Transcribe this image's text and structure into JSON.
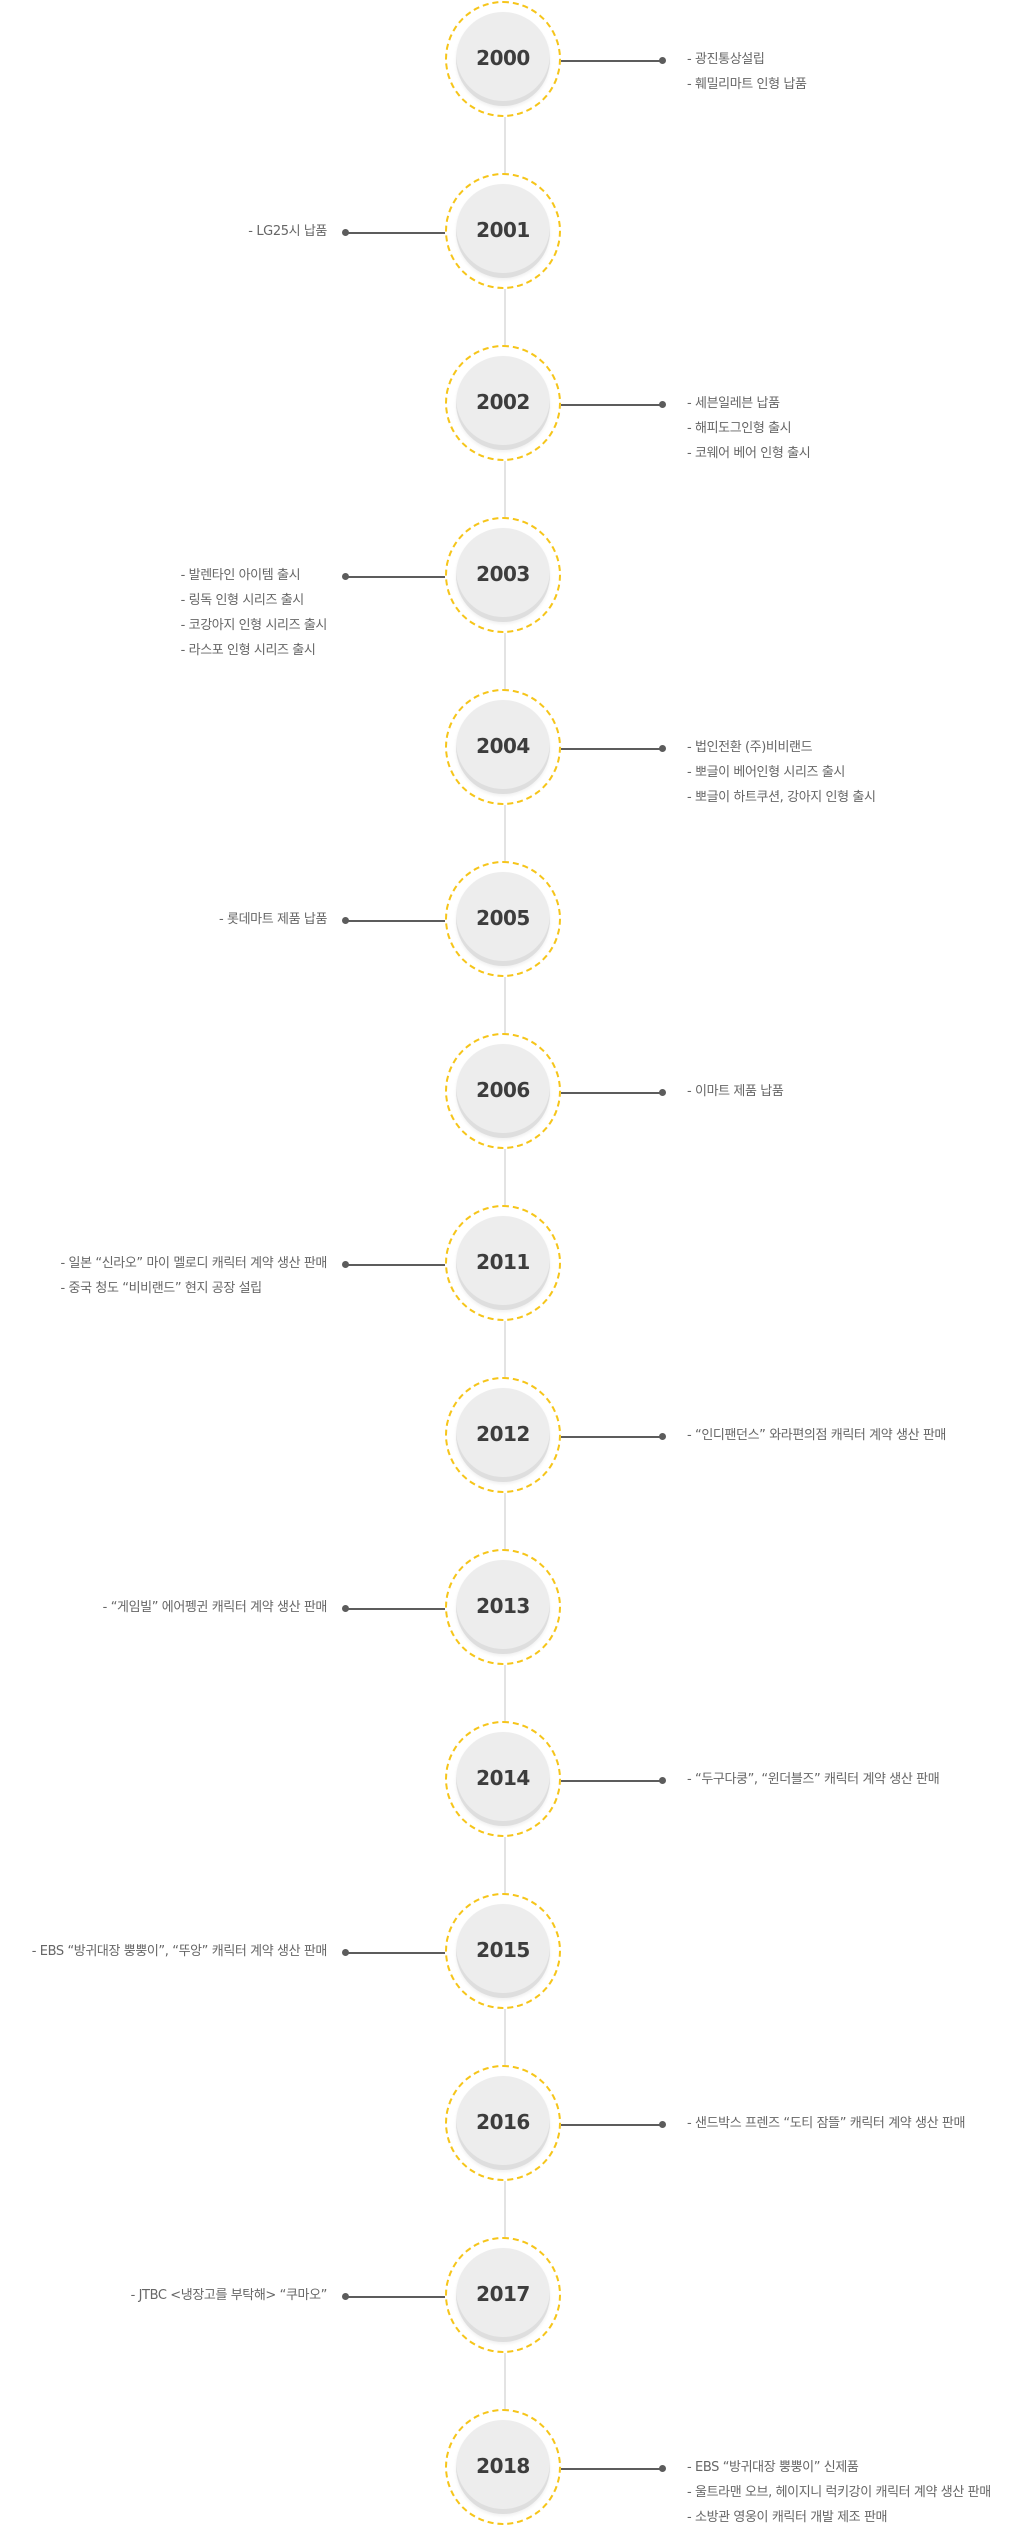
{
  "timeline": {
    "entries": [
      {
        "year": "2000",
        "side": "right",
        "events": [
          "- 광진통상설립",
          "- 훼밀리마트 인형 납품"
        ]
      },
      {
        "year": "2001",
        "side": "left",
        "events": [
          "- LG25시 납품"
        ]
      },
      {
        "year": "2002",
        "side": "right",
        "events": [
          "- 세븐일레븐 납품",
          "- 해피도그인형 출시",
          "- 코웨어 베어 인형 출시"
        ]
      },
      {
        "year": "2003",
        "side": "left",
        "events": [
          "- 발렌타인 아이템 출시",
          "- 링독 인형 시리즈 출시",
          "- 코강아지 인형 시리즈 출시",
          "- 라스포 인형 시리즈 출시"
        ]
      },
      {
        "year": "2004",
        "side": "right",
        "events": [
          "- 법인전환 (주)비비랜드",
          "- 뽀글이 베어인형 시리즈 출시",
          "- 뽀글이 하트쿠션, 강아지 인형 출시"
        ]
      },
      {
        "year": "2005",
        "side": "left",
        "events": [
          "- 롯데마트 제품 납품"
        ]
      },
      {
        "year": "2006",
        "side": "right",
        "events": [
          "- 이마트 제품 납품"
        ]
      },
      {
        "year": "2011",
        "side": "left",
        "events": [
          "- 일본 “신라오” 마이 멜로디 캐릭터 계약 생산 판매",
          "- 중국 청도 “비비랜드” 현지 공장 설립"
        ]
      },
      {
        "year": "2012",
        "side": "right",
        "events": [
          "- “인디팬던스” 와라편의점 캐릭터 계약 생산 판매"
        ]
      },
      {
        "year": "2013",
        "side": "left",
        "events": [
          "- “게임빌” 에어펭귄 캐릭터 계약 생산 판매"
        ]
      },
      {
        "year": "2014",
        "side": "right",
        "events": [
          "- “두구다쿵”, “윈더블즈” 캐릭터 계약 생산 판매"
        ]
      },
      {
        "year": "2015",
        "side": "left",
        "events": [
          "- EBS “방귀대장 뿡뿡이”, “뚜앙” 캐릭터 계약 생산 판매"
        ]
      },
      {
        "year": "2016",
        "side": "right",
        "events": [
          "- 샌드박스 프렌즈 “도티 잠뜰” 캐릭터 계약 생산 판매"
        ]
      },
      {
        "year": "2017",
        "side": "left",
        "events": [
          "- JTBC <냉장고를 부탁해> “쿠마오”"
        ]
      },
      {
        "year": "2018",
        "side": "right",
        "events": [
          "- EBS “방귀대장 뿡뿡이” 신제품",
          "- 울트라맨 오브, 헤이지니 럭키강이 캐릭터 계약 생산 판매",
          "- 소방관 영웅이 캐릭터 개발 제조 판매"
        ]
      }
    ]
  }
}
